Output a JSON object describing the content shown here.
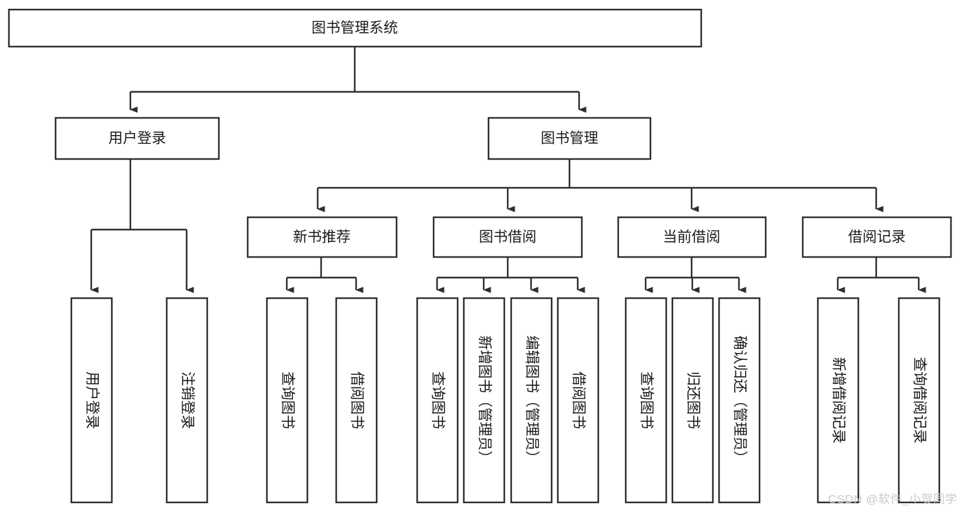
{
  "diagram": {
    "type": "tree",
    "title": "图书管理系统",
    "orientation": "top-down",
    "colors": {
      "box_fill": "#ffffff",
      "box_stroke": "#2f2f2f",
      "text": "#1a1a1a",
      "watermark": "#c9c9c9",
      "background": "#ffffff"
    },
    "root": {
      "label": "图书管理系统"
    },
    "level2": [
      {
        "label": "用户登录"
      },
      {
        "label": "图书管理"
      }
    ],
    "level3": [
      {
        "label": "新书推荐"
      },
      {
        "label": "图书借阅"
      },
      {
        "label": "当前借阅"
      },
      {
        "label": "借阅记录"
      }
    ],
    "leaves": {
      "user_login": [
        {
          "label": "用户登录"
        },
        {
          "label": "注销登录"
        }
      ],
      "new_book_recommend": [
        {
          "label": "查询图书"
        },
        {
          "label": "借阅图书"
        }
      ],
      "book_borrow": [
        {
          "label": "查询图书"
        },
        {
          "label": "新增图书（管理员）"
        },
        {
          "label": "编辑图书（管理员）"
        },
        {
          "label": "借阅图书"
        }
      ],
      "current_borrow": [
        {
          "label": "查询图书"
        },
        {
          "label": "归还图书"
        },
        {
          "label": "确认归还（管理员）"
        }
      ],
      "borrow_record": [
        {
          "label": "新增借阅记录"
        },
        {
          "label": "查询借阅记录"
        }
      ]
    }
  },
  "watermark": {
    "text": "CSDN @软件_小贺同学"
  }
}
